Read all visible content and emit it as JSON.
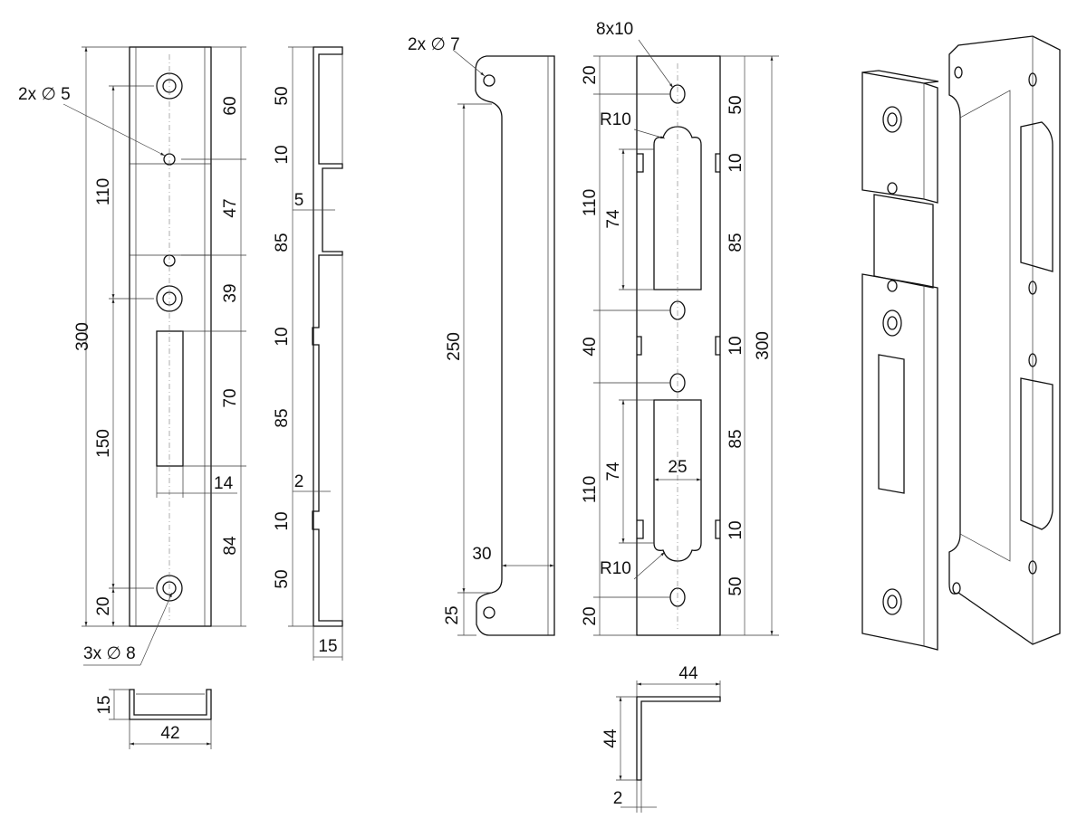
{
  "part1": {
    "note_holes_small": "2x ∅ 5",
    "note_holes_large": "3x ∅ 8",
    "dim_total": "300",
    "dim_110": "110",
    "dim_150": "150",
    "dim_20": "20",
    "dim_60": "60",
    "dim_47": "47",
    "dim_39": "39",
    "dim_70": "70",
    "dim_84": "84",
    "dim_14": "14",
    "end_height": "15",
    "end_width": "42"
  },
  "part2": {
    "dims": [
      "50",
      "10",
      "5",
      "85",
      "10",
      "85",
      "2",
      "10",
      "50"
    ],
    "thickness": "15"
  },
  "part3": {
    "note_holes": "2x ∅ 7",
    "dim_250": "250",
    "dim_30": "30",
    "dim_25": "25"
  },
  "part4": {
    "note_slots": "8x10",
    "radius_top": "R10",
    "radius_bottom": "R10",
    "left_dims": [
      "20",
      "110",
      "74",
      "40",
      "110",
      "74",
      "20"
    ],
    "dim_25": "25",
    "right_dims": [
      "50",
      "10",
      "85",
      "10",
      "85",
      "10",
      "50"
    ],
    "dim_total": "300",
    "profile_width": "44",
    "profile_height": "44",
    "profile_thickness": "2"
  }
}
